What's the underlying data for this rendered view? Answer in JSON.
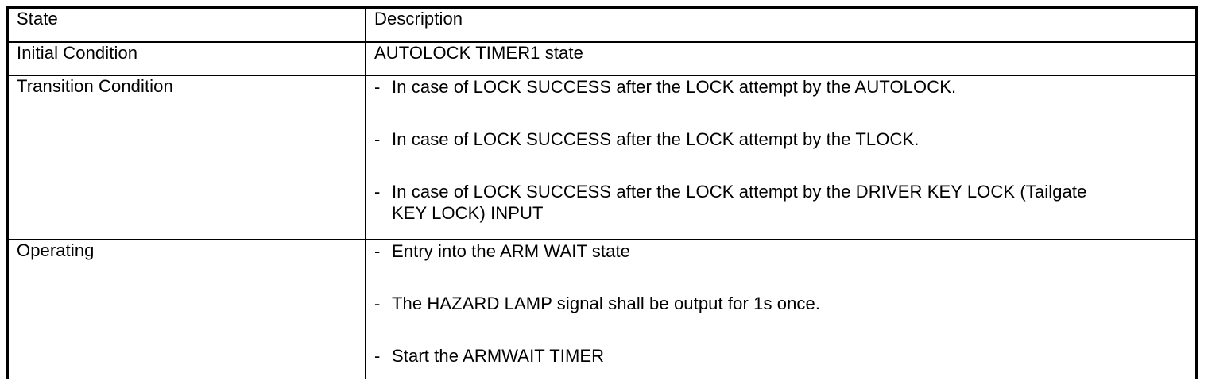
{
  "table": {
    "columns": [
      {
        "key": "state",
        "header": "State"
      },
      {
        "key": "description",
        "header": "Description"
      }
    ],
    "rows": [
      {
        "state": "Initial Condition",
        "type": "single",
        "description": "AUTOLOCK TIMER1 state"
      },
      {
        "state": "Transition Condition",
        "type": "bullets",
        "bullets": [
          {
            "marker": "-",
            "lines": [
              "In case of LOCK SUCCESS after the LOCK attempt by the AUTOLOCK."
            ]
          },
          {
            "marker": "-",
            "lines": [
              "In case of LOCK SUCCESS after the LOCK attempt by the TLOCK."
            ]
          },
          {
            "marker": "-",
            "lines": [
              "In case of LOCK SUCCESS after the LOCK attempt by the DRIVER KEY LOCK (Tailgate",
              "KEY LOCK) INPUT"
            ]
          }
        ]
      },
      {
        "state": "Operating",
        "type": "bullets",
        "bullets": [
          {
            "marker": "-",
            "lines": [
              "Entry into the ARM WAIT state"
            ]
          },
          {
            "marker": "-",
            "lines": [
              "The HAZARD LAMP signal shall be output for 1s once."
            ]
          },
          {
            "marker": "-",
            "lines": [
              "Start the ARMWAIT TIMER"
            ]
          }
        ]
      }
    ]
  },
  "style": {
    "border_color": "#000000",
    "text_color": "#000000",
    "background": "#ffffff"
  }
}
